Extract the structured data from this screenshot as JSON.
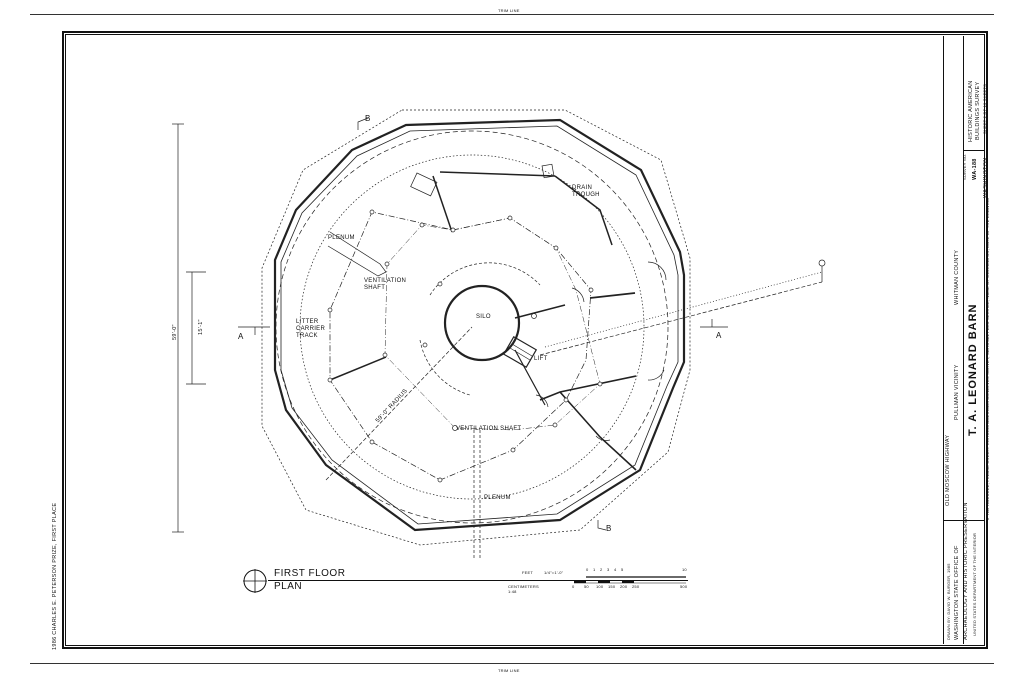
{
  "trim_top": "TRIM LINE",
  "trim_bottom": "TRIM LINE",
  "prize_note": "1986 CHARLES E. PETERSON PRIZE, FIRST PLACE",
  "plan": {
    "title_line1": "FIRST FLOOR",
    "title_line2": "PLAN",
    "overall_dim": "59'-0\"",
    "inner_dim": "15'-1\"",
    "section_a": "A",
    "section_b": "B",
    "labels": {
      "silo": "SILO",
      "plenum_upper": "PLENUM",
      "plenum_lower": "PLENUM",
      "vent_shaft_upper_1": "VENTILATION",
      "vent_shaft_upper_2": "SHAFT",
      "vent_shaft_lower": "VENTILATION SHAFT",
      "litter_1": "LITTER",
      "litter_2": "CARRIER",
      "litter_3": "TRACK",
      "drain_1": "DRAIN",
      "drain_2": "TROUGH",
      "lift": "LIFT",
      "radius": "59'-0\" RADIUS"
    }
  },
  "scale": {
    "feet_label": "FEET",
    "feet_scale": "1/4\"=1'-0\"",
    "feet_ticks": [
      "0",
      "1",
      "2",
      "3",
      "4",
      "5",
      "10"
    ],
    "cm_label": "CENTIMETERS 1:48",
    "cm_ticks": [
      "0",
      "50",
      "100",
      "150",
      "200",
      "250",
      "500"
    ]
  },
  "title_block": {
    "name": "T. A. LEONARD BARN",
    "location": "PULLMAN VICINITY",
    "county": "WHITMAN COUNTY",
    "state": "WASHINGTON",
    "road": "OLD MOSCOW HIGHWAY",
    "credit_note": "IF REPRODUCED, PLEASE CREDIT: HISTORIC AMERICAN BUILDINGS SURVEY, NATIONAL PARK SERVICE, NAME OF DELINEATOR, DATE OF THE DRAWING",
    "delineator": "DRAWN BY: DAVID W. BURGER, 1985",
    "office_line1": "WASHINGTON STATE OFFICE OF",
    "office_line2": "ARCHAEOLOGY AND HISTORIC PRESERVATION",
    "dept": "UNITED STATES DEPARTMENT OF THE INTERIOR",
    "survey_no": "WA-188",
    "survey_label": "SURVEY NO.",
    "habs_line1": "HISTORIC AMERICAN",
    "habs_line2": "BUILDINGS SURVEY",
    "sheet": "SHEET 2 OF 10 SHEETS"
  }
}
